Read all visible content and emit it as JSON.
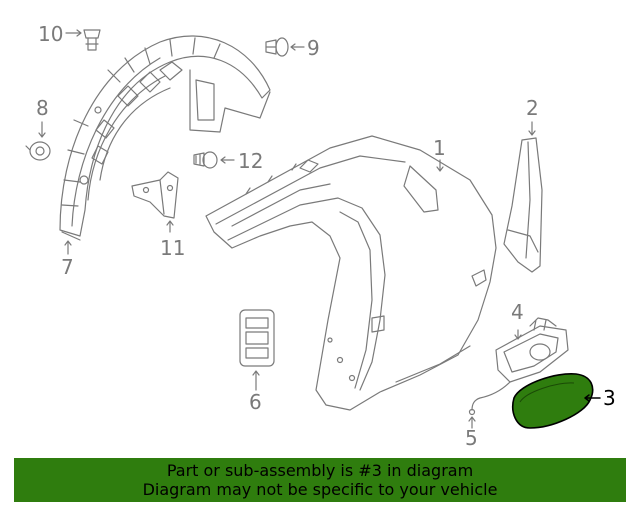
{
  "callouts": {
    "c1": "1",
    "c2": "2",
    "c3": "3",
    "c4": "4",
    "c5": "5",
    "c6": "6",
    "c7": "7",
    "c8": "8",
    "c9": "9",
    "c10": "10",
    "c11": "11",
    "c12": "12"
  },
  "highlighted_part": "3",
  "colors": {
    "line": "#7a7a7a",
    "highlight_fill": "#2f7d0e",
    "banner_bg": "#2f7d0e",
    "banner_text": "#000000"
  },
  "banner": {
    "line1": "Part or sub-assembly is #3 in diagram",
    "line2": "Diagram may not be specific to your vehicle"
  }
}
